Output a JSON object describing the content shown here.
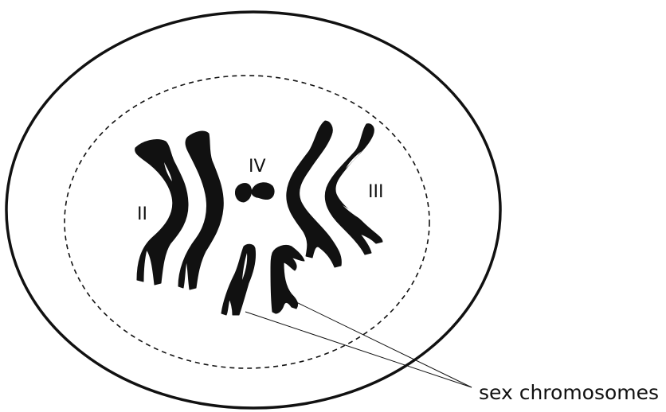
{
  "figure": {
    "labels": {
      "group_ii": "II",
      "group_iii": "III",
      "group_iv": "IV",
      "sex": "sex chromosomes"
    },
    "colors": {
      "ink": "#111111",
      "background": "#ffffff"
    }
  }
}
